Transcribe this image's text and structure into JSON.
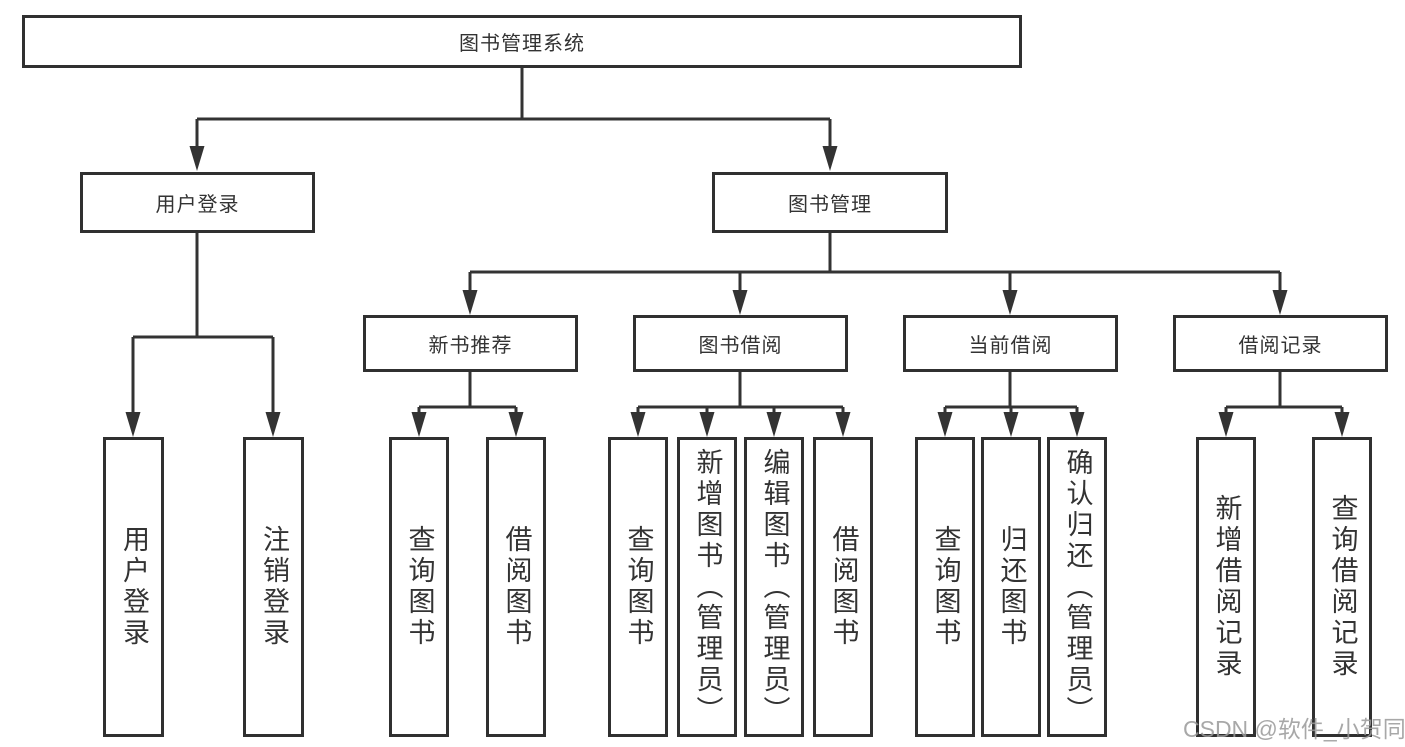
{
  "diagram_type": "hierarchy-tree",
  "colors": {
    "line": "#333333",
    "box_border": "#303030",
    "text": "#333333",
    "watermark_text": "#9a9a9a",
    "background": "#ffffff"
  },
  "root": {
    "label": "图书管理系统"
  },
  "branches": {
    "user_login": {
      "label": "用户登录",
      "children": {
        "login": {
          "label": "用户登录"
        },
        "logout": {
          "label": "注销登录"
        }
      }
    },
    "book_mgmt": {
      "label": "图书管理",
      "children": {
        "new_book_rec": {
          "label": "新书推荐",
          "children": {
            "query_books": {
              "label": "查询图书"
            },
            "borrow_books": {
              "label": "借阅图书"
            }
          }
        },
        "book_borrow": {
          "label": "图书借阅",
          "children": {
            "query_books": {
              "label": "查询图书"
            },
            "add_books": {
              "label": "新增图书（管理员）"
            },
            "edit_books": {
              "label": "编辑图书（管理员）"
            },
            "borrow_books": {
              "label": "借阅图书"
            }
          }
        },
        "current_borrow": {
          "label": "当前借阅",
          "children": {
            "query_books": {
              "label": "查询图书"
            },
            "return_books": {
              "label": "归还图书"
            },
            "confirm_return": {
              "label": "确认归还（管理员）"
            }
          }
        },
        "borrow_record": {
          "label": "借阅记录",
          "children": {
            "add_record": {
              "label": "新增借阅记录"
            },
            "query_record": {
              "label": "查询借阅记录"
            }
          }
        }
      }
    }
  },
  "watermark": {
    "text": "CSDN @软件_小贺同学"
  }
}
